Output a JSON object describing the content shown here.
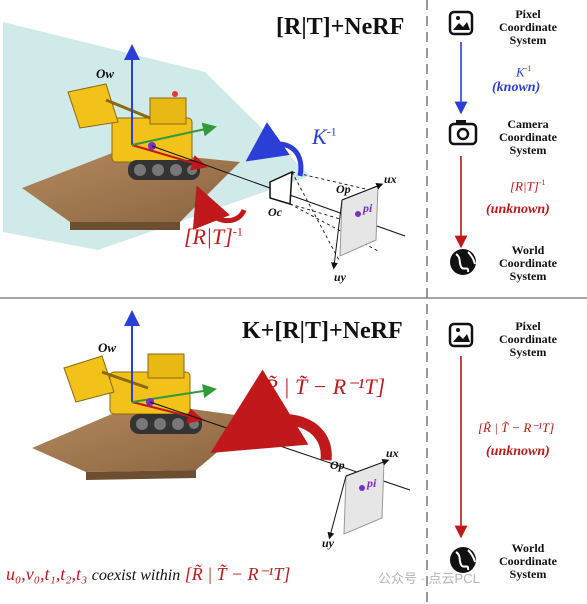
{
  "top_panel": {
    "title": "[R|T]+NeRF",
    "origin_label": "Ow",
    "camera_center_label": "Oc",
    "principal_point_label": "Op",
    "image_axis_x": "ux",
    "image_axis_y": "uy",
    "pixel_label": "pi",
    "intrinsic_label": "K",
    "intrinsic_sup": "-1",
    "extrinsic_label": "[R|T]",
    "extrinsic_sup": "-1"
  },
  "bottom_panel": {
    "title": "K+[R|T]+NeRF",
    "origin_label": "Ow",
    "principal_point_label": "Op",
    "image_axis_x": "ux",
    "image_axis_y": "uy",
    "pixel_label": "pi",
    "transform_label": "[R̃ | T̃ − R⁻¹T]",
    "footer_params": "u₀,v₀,t₁,t₂,t₃",
    "footer_text": "coexist within",
    "footer_math": "[R̃ | T̃ − R⁻¹T]"
  },
  "right_top": {
    "pixel_system": [
      "Pixel",
      "Coordinate",
      "System"
    ],
    "k_label": "K",
    "k_sup": "-1",
    "k_status": "(known)",
    "camera_system": [
      "Camera",
      "Coordinate",
      "System"
    ],
    "rt_label": "[R|T]",
    "rt_sup": "-1",
    "rt_status": "(unknown)",
    "world_system": [
      "World",
      "Coordinate",
      "System"
    ]
  },
  "right_bottom": {
    "pixel_system": [
      "Pixel",
      "Coordinate",
      "System"
    ],
    "transform_label": "[R̃ | T̃ − R⁻¹T]",
    "status": "(unknown)",
    "world_system": [
      "World",
      "Coordinate",
      "System"
    ]
  },
  "watermark": "公众号 · 点云PCL",
  "colors": {
    "red": "#c0181b",
    "blue": "#2b3fd6",
    "plane": "#bfe3e2",
    "bulldozer": "#f2c21b"
  }
}
